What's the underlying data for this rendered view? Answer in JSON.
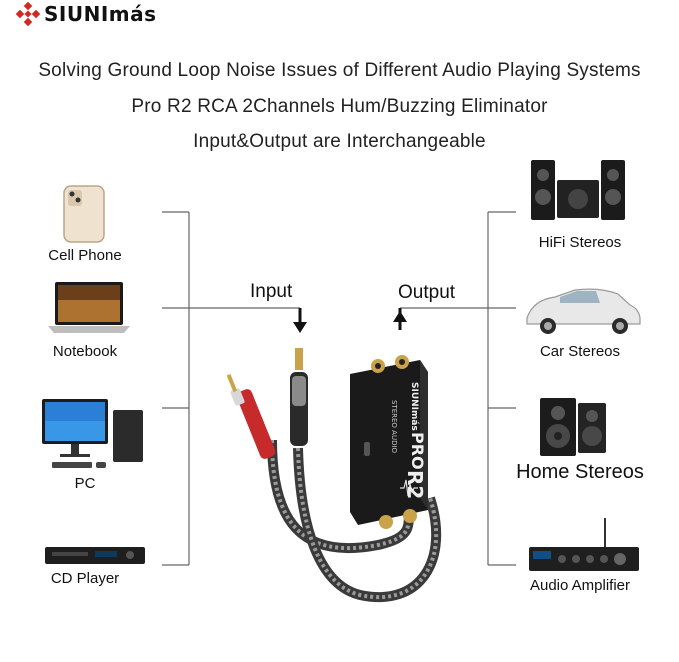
{
  "brand": {
    "name": "SIUNImás"
  },
  "headline": [
    "Solving Ground Loop Noise Issues of Different Audio Playing Systems",
    "Pro R2 RCA 2Channels Hum/Buzzing Eliminator",
    "Input&Output are Interchangeable"
  ],
  "flow": {
    "input_label": "Input",
    "output_label": "Output"
  },
  "inputs": [
    "Cell Phone",
    "Notebook",
    "PC",
    "CD Player"
  ],
  "outputs": [
    "HiFi Stereos",
    "Car Stereos",
    "Home Stereos",
    "Audio Amplifier"
  ],
  "device": {
    "brand": "SIUNImás",
    "model_line": "PRO",
    "model": "R2",
    "sub": "STEREO AUDIO"
  },
  "colors": {
    "brand_red": "#d7261e",
    "connector_gold": "#c9a24a",
    "line": "#666666"
  }
}
